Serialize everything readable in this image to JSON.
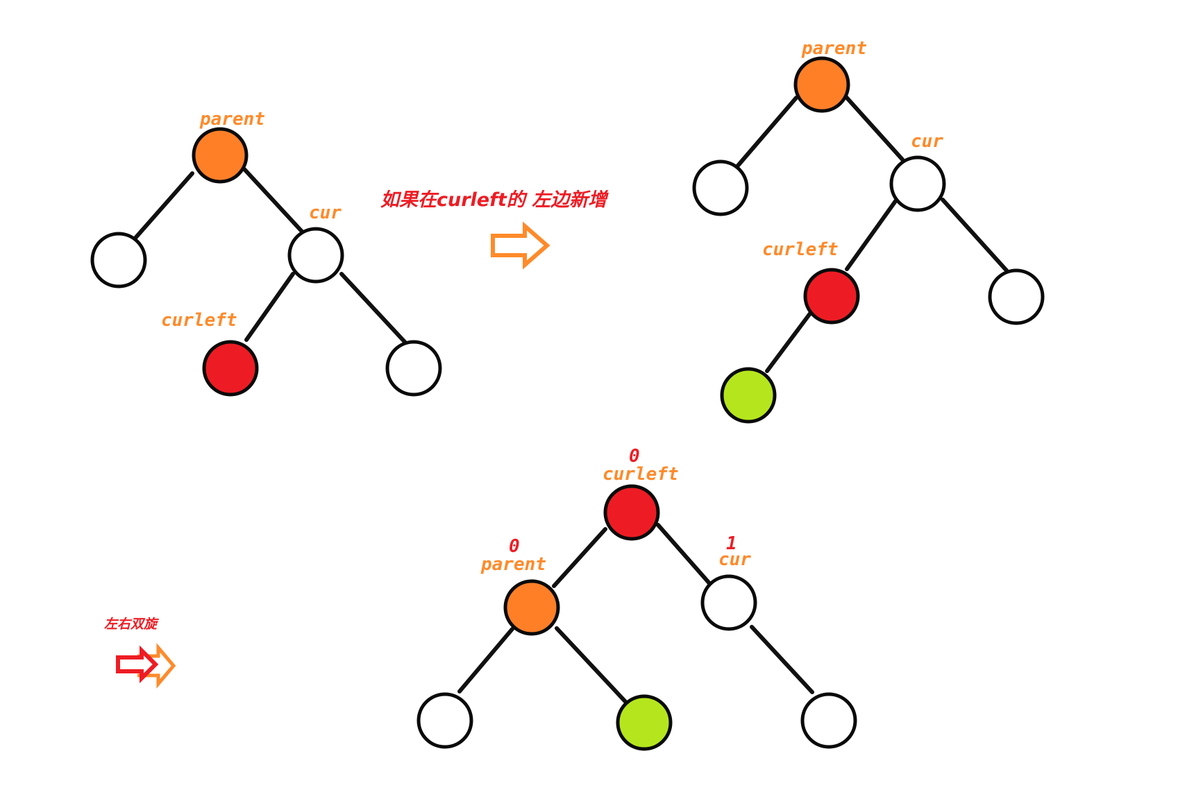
{
  "colors": {
    "label": "#ff8a2a",
    "caption": "#ee1c24",
    "node_parent": "#ff7f27",
    "node_curleft": "#ed1c24",
    "node_new": "#b5e61d",
    "node_plain": "#ffffff",
    "arrow_orange": "#ff8a2a",
    "arrow_red": "#ee1c24"
  },
  "diagram1": {
    "parent_label": "parent",
    "cur_label": "cur",
    "curleft_label": "curleft"
  },
  "step1": {
    "caption": "如果在curleft的 左边新增",
    "arrow_icon": "double-outline-arrow-right-icon"
  },
  "diagram2": {
    "parent_label": "parent",
    "cur_label": "cur",
    "curleft_label": "curleft"
  },
  "step2": {
    "caption": "左右双旋",
    "arrow_icon": "double-outline-arrow-right-icon"
  },
  "diagram3": {
    "curleft_bf": "0",
    "curleft_label": "curleft",
    "parent_bf": "0",
    "parent_label": "parent",
    "cur_bf": "1",
    "cur_label": "cur"
  }
}
